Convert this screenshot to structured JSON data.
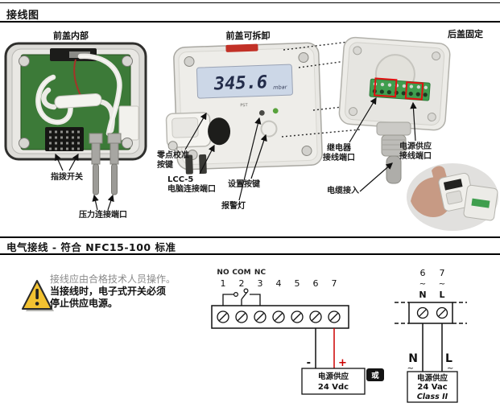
{
  "sections": {
    "wiring_diagram_title": "接线图",
    "electrical_title": "电气接线 - 符合 NFC15-100 标准"
  },
  "photos": {
    "left_title": "前盖内部",
    "middle_title": "前盖可拆卸",
    "right_title": "后盖固定",
    "display_value": "345.6",
    "display_unit": "mbar",
    "brand": "PST"
  },
  "annotations": {
    "dip_switch": "指拨开关",
    "pressure_ports": "压力连接端口",
    "zero_button_l1": "零点校准",
    "zero_button_l2": "按键",
    "lcc5_l1": "LCC-5",
    "lcc5_l2": "电脑连接端口",
    "alarm_light": "报警灯",
    "set_button": "设置按键",
    "relay_port_l1": "继电器",
    "relay_port_l2": "接线端口",
    "power_port_l1": "电源供应",
    "power_port_l2": "接线端口",
    "cable_entry": "电缆接入"
  },
  "warning": {
    "line1": "接线应由合格技术人员操作。",
    "line2": "当接线时，电子式开关必须",
    "line3": "停止供应电源。"
  },
  "circuit": {
    "relay_no": "NO",
    "relay_com": "COM",
    "relay_nc": "NC",
    "terminals": [
      "1",
      "2",
      "3",
      "4",
      "5",
      "6",
      "7"
    ],
    "minus": "-",
    "plus": "+",
    "dc_supply_l1": "电源供应",
    "dc_supply_l2": "24 Vdc",
    "or_label": "或",
    "ac_t6": "6",
    "ac_t7": "7",
    "tilde": "~",
    "n_label": "N",
    "l_label": "L",
    "ac_supply_l1": "电源供应",
    "ac_supply_l2": "24 Vac",
    "ac_supply_l3": "Class II"
  },
  "colors": {
    "accent_red": "#c23127",
    "pcb_green": "#3c7a38",
    "terminal_green": "#3f9e4e",
    "wire_red": "#cc0000",
    "highlight_red": "#e11111",
    "warning_yellow": "#f3c231",
    "lcd_blue": "#ccd7e7"
  }
}
